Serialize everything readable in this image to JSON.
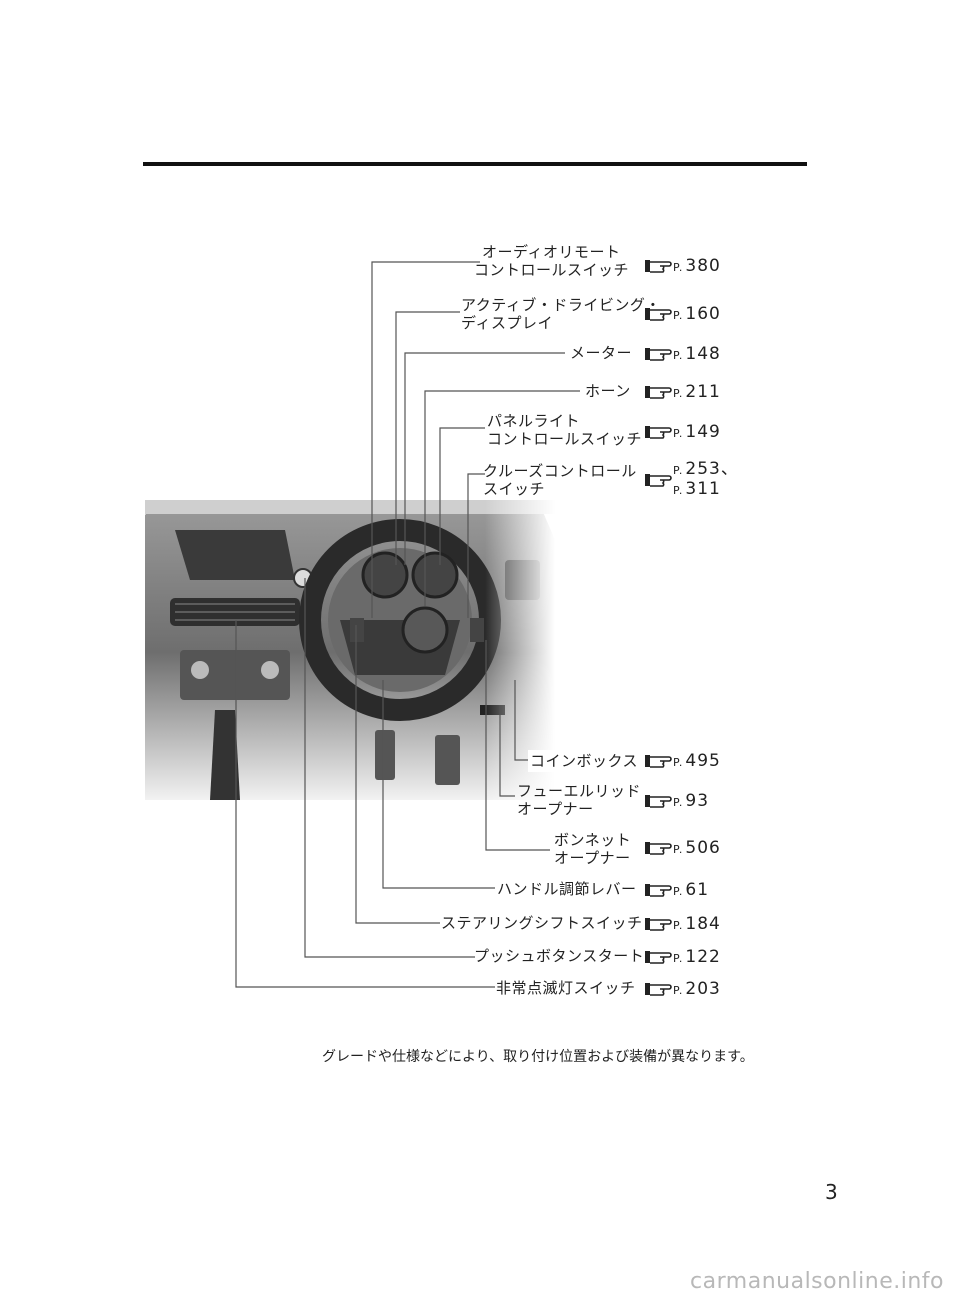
{
  "page_number": "3",
  "note": "グレードや仕様などにより、取り付け位置および装備が異なります。",
  "watermark": "carmanualsonline.info",
  "callouts": [
    {
      "label_line1": "オーディオリモート",
      "label_line2": "コントロールスイッチ",
      "page_prefix": "P.",
      "page": "380",
      "icon": "pointing-hand-icon"
    },
    {
      "label_line1": "アクティブ・ドライビング・",
      "label_line2": "ディスプレイ",
      "page_prefix": "P.",
      "page": "160",
      "icon": "pointing-hand-icon"
    },
    {
      "label_line1": "メーター",
      "page_prefix": "P.",
      "page": "148",
      "icon": "pointing-hand-icon"
    },
    {
      "label_line1": "ホーン",
      "page_prefix": "P.",
      "page": "211",
      "icon": "pointing-hand-icon"
    },
    {
      "label_line1": "パネルライト",
      "label_line2": "コントロールスイッチ",
      "page_prefix": "P.",
      "page": "149",
      "icon": "pointing-hand-icon"
    },
    {
      "label_line1": "クルーズコントロール",
      "label_line2": "スイッチ",
      "page_prefix": "P.",
      "page": "253、",
      "page_prefix2": "P.",
      "page2": "311",
      "icon": "pointing-hand-icon"
    },
    {
      "label_line1": "コインボックス",
      "page_prefix": "P.",
      "page": "495",
      "icon": "pointing-hand-icon"
    },
    {
      "label_line1": "フューエルリッド",
      "label_line2": "オープナー",
      "page_prefix": "P.",
      "page": "93",
      "icon": "pointing-hand-icon"
    },
    {
      "label_line1": "ボンネット",
      "label_line2": "オープナー",
      "page_prefix": "P.",
      "page": "506",
      "icon": "pointing-hand-icon"
    },
    {
      "label_line1": "ハンドル調節レバー",
      "page_prefix": "P.",
      "page": "61",
      "icon": "pointing-hand-icon"
    },
    {
      "label_line1": "ステアリングシフトスイッチ",
      "page_prefix": "P.",
      "page": "184",
      "icon": "pointing-hand-icon"
    },
    {
      "label_line1": "プッシュボタンスタート",
      "page_prefix": "P.",
      "page": "122",
      "icon": "pointing-hand-icon"
    },
    {
      "label_line1": "非常点滅灯スイッチ",
      "page_prefix": "P.",
      "page": "203",
      "icon": "pointing-hand-icon"
    }
  ],
  "colors": {
    "rule": "#111111",
    "text": "#222222",
    "leader": "#555555"
  }
}
